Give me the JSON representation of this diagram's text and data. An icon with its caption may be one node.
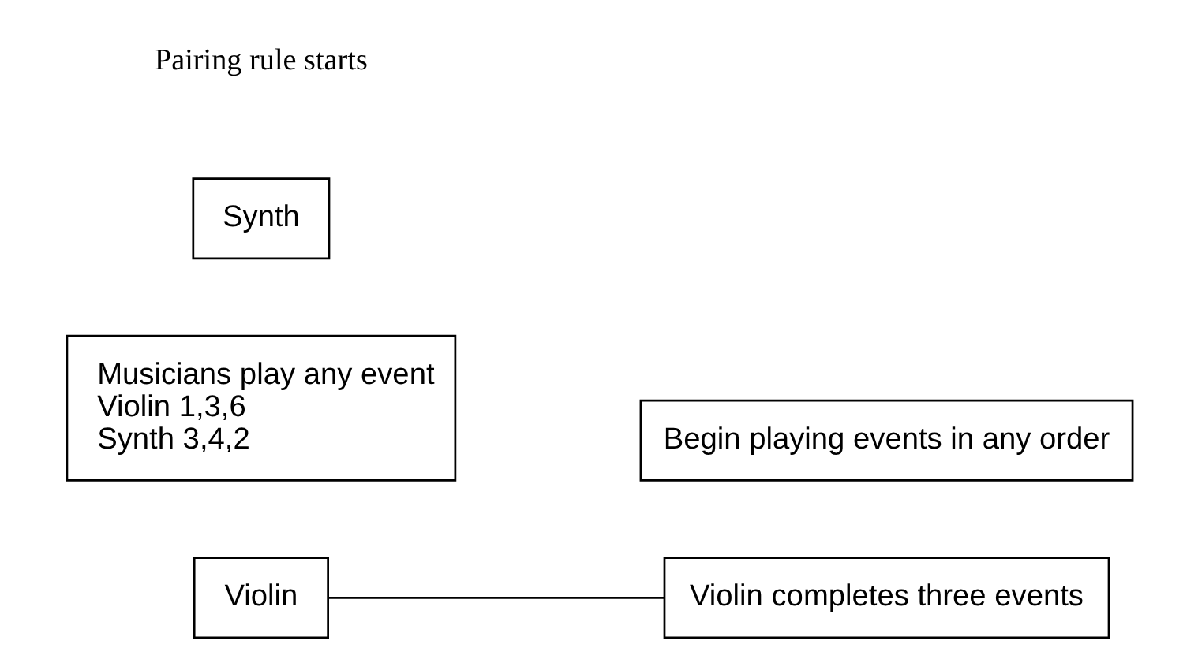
{
  "diagram": {
    "nodes": [
      {
        "text": [
          "Violin"
        ]
      },
      {
        "text": [
          "Musicians play any event",
          "Violin 1,3,6",
          "Synth 3,4,2"
        ]
      },
      {
        "text": [
          "Synth"
        ]
      },
      {
        "text": [
          "Begin playing events in any order"
        ]
      },
      {
        "text": [
          "Violin completes three events"
        ]
      }
    ],
    "edges": [
      {
        "from": 0,
        "to": 4,
        "arrow": "none"
      }
    ],
    "labels": [
      "Pairing rule starts"
    ]
  }
}
